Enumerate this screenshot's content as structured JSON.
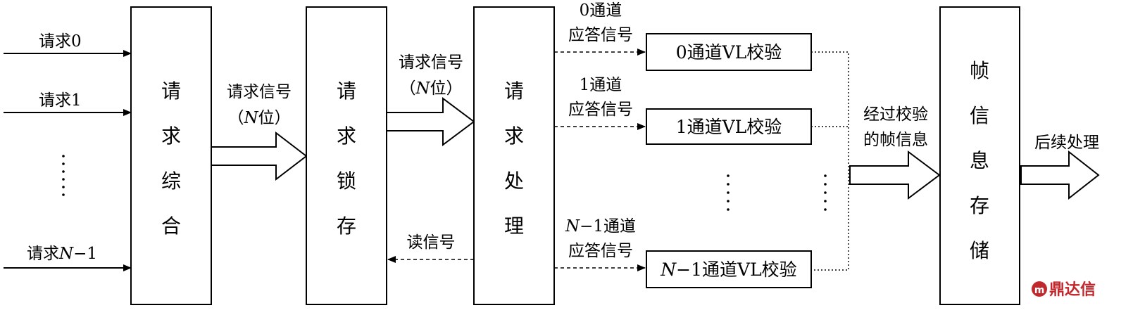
{
  "inputs": {
    "req0": "请求0",
    "req1": "请求1",
    "reqN_prefix": "请求",
    "reqN_var": "N",
    "reqN_suffix": "−1"
  },
  "blocks": {
    "synthesis": [
      "请",
      "求",
      "综",
      "合"
    ],
    "latch": [
      "请",
      "求",
      "锁",
      "存"
    ],
    "process": [
      "请",
      "求",
      "处",
      "理"
    ],
    "frame_store": [
      "帧",
      "信",
      "息",
      "存",
      "储"
    ]
  },
  "signals": {
    "req_signal": "请求信号",
    "n_bits_open": "（",
    "n_bits_var": "N",
    "n_bits_close": "位）",
    "read_signal": "读信号",
    "verified_line1": "经过校验",
    "verified_line2": "的帧信息",
    "followup": "后续处理"
  },
  "channels": {
    "ch0_ack_line1": "0通道",
    "ch1_ack_line1": "1通道",
    "chN_ack_var": "N",
    "chN_ack_line1_suffix": "−1通道",
    "ack_line2": "应答信号",
    "ch0_box": "0通道VL校验",
    "ch1_box": "1通道VL校验",
    "chN_box_var": "N",
    "chN_box_suffix": "−1通道VL校验"
  },
  "logo": {
    "text": "鼎达信",
    "icon": "logo-badge-icon"
  }
}
